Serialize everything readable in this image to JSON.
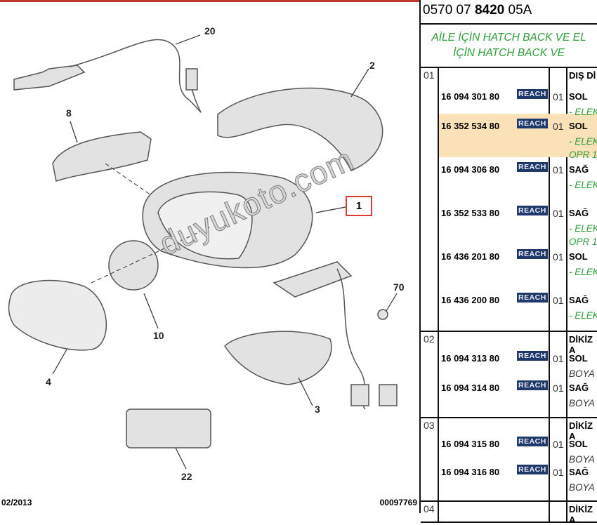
{
  "diagram": {
    "callouts": [
      "20",
      "2",
      "8",
      "1",
      "10",
      "70",
      "4",
      "3",
      "22"
    ],
    "date": "02/2013",
    "ref": "00097769",
    "watermark": "duyukoto.com"
  },
  "table": {
    "title_pre": "0570 07 ",
    "title_bold": "8420",
    "title_post": " 05A",
    "subtitle": [
      "AİLE İÇİN HATCH BACK VE EL",
      "İÇİN HATCH BACK VE"
    ],
    "groups": [
      {
        "index": "01",
        "header": "DIŞ Dİ",
        "entries": [
          {
            "part": "16 094 301 80",
            "badge": "REACH",
            "qty": "01",
            "side": "SOL",
            "note": [
              "- ELEK"
            ],
            "highlight": false
          },
          {
            "part": "16 352 534 80",
            "badge": "REACH",
            "qty": "01",
            "side": "SOL",
            "note": [
              "- ELEK",
              "OPR 1"
            ],
            "highlight": true
          },
          {
            "part": "16 094 306 80",
            "badge": "REACH",
            "qty": "01",
            "side": "SAĞ",
            "note": [
              "- ELEK"
            ],
            "highlight": false
          },
          {
            "part": "16 352 533 80",
            "badge": "REACH",
            "qty": "01",
            "side": "SAĞ",
            "note": [
              "- ELEK",
              "OPR 1"
            ],
            "highlight": false
          },
          {
            "part": "16 436 201 80",
            "badge": "REACH",
            "qty": "01",
            "side": "SOL",
            "note": [
              "- ELEK"
            ],
            "highlight": false
          },
          {
            "part": "16 436 200 80",
            "badge": "REACH",
            "qty": "01",
            "side": "SAĞ",
            "note": [
              "- ELEK"
            ],
            "highlight": false
          }
        ]
      },
      {
        "index": "02",
        "header": "DİKİZ A",
        "entries": [
          {
            "part": "16 094 313 80",
            "badge": "REACH",
            "qty": "01",
            "side": "SOL",
            "note": [
              "BOYA"
            ]
          },
          {
            "part": "16 094 314 80",
            "badge": "REACH",
            "qty": "01",
            "side": "SAĞ",
            "note": [
              "BOYA"
            ]
          }
        ]
      },
      {
        "index": "03",
        "header": "DİKİZ A",
        "entries": [
          {
            "part": "16 094 315 80",
            "badge": "REACH",
            "qty": "01",
            "side": "SOL",
            "note": [
              "BOYA"
            ]
          },
          {
            "part": "16 094 316 80",
            "badge": "REACH",
            "qty": "01",
            "side": "SAĞ",
            "note": [
              "BOYA"
            ]
          }
        ]
      },
      {
        "index": "04",
        "header": "DİKİZ A",
        "entries": []
      }
    ]
  }
}
